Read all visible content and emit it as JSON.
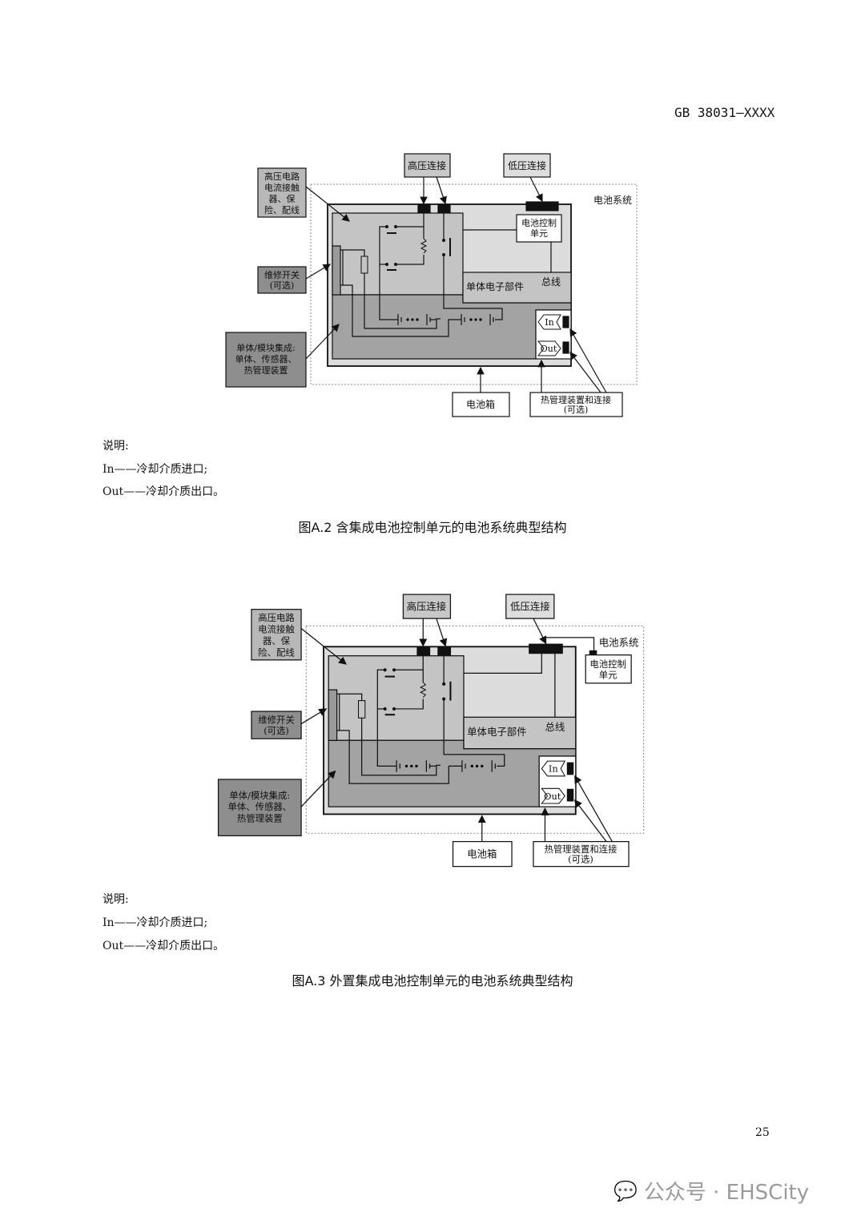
{
  "header": {
    "standard_no": "GB 38031—XXXX"
  },
  "diagram_labels": {
    "hv_connection": "高压连接",
    "lv_connection": "低压连接",
    "battery_system": "电池系统",
    "hv_circuit": [
      "高压电路",
      "电流接触",
      "器、保",
      "险、配线"
    ],
    "service_switch": [
      "维修开关",
      "(可选)"
    ],
    "cell_module": [
      "单体/模块集成:",
      "单体、传感器、",
      "热管理装置"
    ],
    "bcu": [
      "电池控制",
      "单元"
    ],
    "cell_electronics": "单体电子部件",
    "bus": "总线",
    "in": "In",
    "out": "Out",
    "battery_case": "电池箱",
    "thermal": [
      "热管理装置和连接",
      "(可选)"
    ]
  },
  "figures": [
    {
      "legend_title": "说明:",
      "legend_items": [
        "In——冷却介质进口;",
        "Out——冷却介质出口。"
      ],
      "caption": "图A.2  含集成电池控制单元的电池系统典型结构"
    },
    {
      "legend_title": "说明:",
      "legend_items": [
        "In——冷却介质进口;",
        "Out——冷却介质出口。"
      ],
      "caption": "图A.3  外置集成电池控制单元的电池系统典型结构"
    }
  ],
  "page_number": "25",
  "watermark": "公众号 · EHSCity"
}
